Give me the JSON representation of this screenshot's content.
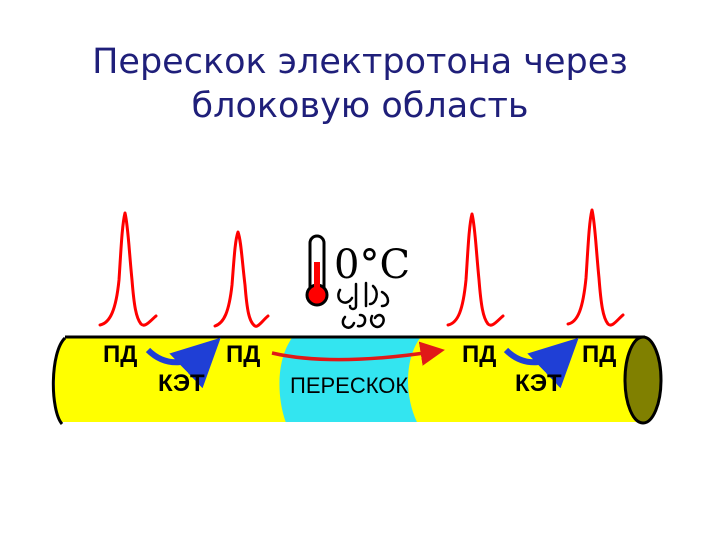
{
  "slide": {
    "title_line1": "Перескок электротона через",
    "title_line2": "блоковую область"
  },
  "diagram": {
    "temperature": "0°C",
    "labels": {
      "pd_1": "ПД",
      "pd_2": "ПД",
      "ket_1": "КЭТ",
      "jump": "ПЕРЕСКОК",
      "pd_3": "ПД",
      "pd_4": "ПД",
      "ket_2": "КЭТ"
    },
    "colors": {
      "axon": "#ffff00",
      "axon_end": "#808000",
      "block_zone": "#33e5f0",
      "spike": "#ff0000",
      "ket_arrow": "#1f3fd6",
      "jump_arrow": "#e01818",
      "title": "#1f1f7a"
    },
    "icons": [
      "thermometer-icon",
      "ice-crystals-icon"
    ]
  }
}
